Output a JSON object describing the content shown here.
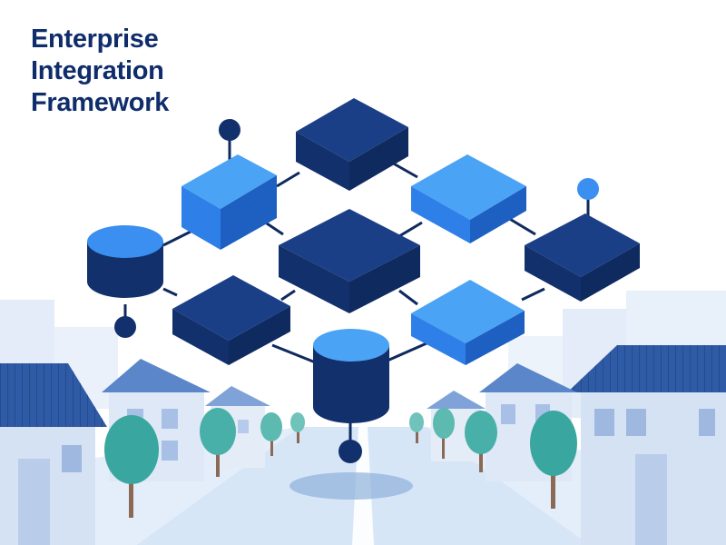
{
  "title": {
    "lines": [
      "Enterprise",
      "Integration",
      "Framework"
    ]
  },
  "colors": {
    "navy": "#1b3f86",
    "navy_dark": "#12306c",
    "navy_side": "#0f2a5e",
    "blue": "#2f7fe8",
    "blue_top": "#4aa3f5",
    "blue_side": "#1e5fc2",
    "connector": "#0f2a5e",
    "house_blue": "#2f5aa6",
    "house_wall": "#c9d8f0",
    "tree": "#3aa6a0",
    "road": "#d7e6f7",
    "city_bg": "#e6eef9"
  },
  "icons": [
    "database-icon",
    "server-block-icon",
    "node-pin-icon",
    "house-icon",
    "tree-icon"
  ]
}
